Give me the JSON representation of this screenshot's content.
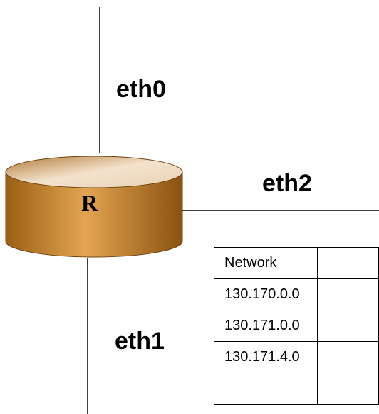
{
  "router": {
    "name": "R"
  },
  "interfaces": {
    "eth0": "eth0",
    "eth1": "eth1",
    "eth2": "eth2"
  },
  "routing_table": {
    "header": "Network",
    "rows": [
      "130.170.0.0",
      "130.171.0.0",
      "130.171.4.0"
    ]
  },
  "colors": {
    "router_body_dark": "#9a5f14",
    "router_body_light": "#e0a14a",
    "router_top": "#f0ddc4",
    "line": "#000000"
  }
}
